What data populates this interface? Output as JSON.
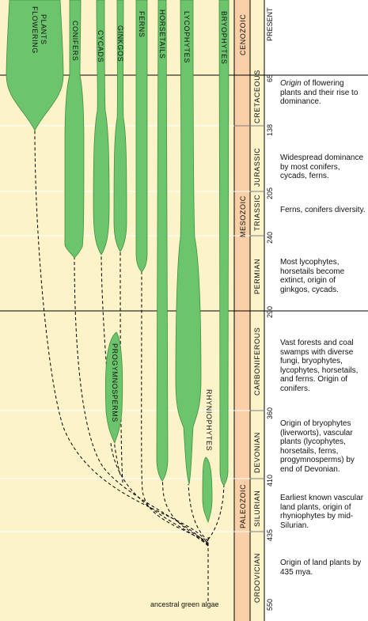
{
  "lineages": [
    {
      "key": "flowering",
      "label_line1": "FLOWERING",
      "label_line2": "PLANTS"
    },
    {
      "key": "conifers",
      "label": "CONIFERS"
    },
    {
      "key": "cycads",
      "label": "CYCADS"
    },
    {
      "key": "ginkgos",
      "label": "GINKGOS"
    },
    {
      "key": "ferns",
      "label": "FERNS"
    },
    {
      "key": "horsetails",
      "label": "HORSETAILS"
    },
    {
      "key": "lycophytes",
      "label": "LYCOPHYTES"
    },
    {
      "key": "bryophytes",
      "label": "BRYOPHYTES"
    },
    {
      "key": "progymnosperms",
      "label": "PROGYMNOSPERMS"
    },
    {
      "key": "rhyniophytes",
      "label": "RHYNIOPHYTES"
    }
  ],
  "eras": [
    "CENOZOIC",
    "MESOZOIC",
    "PALEOZOIC"
  ],
  "periods": [
    "CRETACEOUS",
    "JURASSIC",
    "TRIASSIC",
    "PERMIAN",
    "CARBONIFEROUS",
    "DEVONIAN",
    "SILURIAN",
    "ORDOVICIAN"
  ],
  "present_label": "PRESENT",
  "ages": [
    "65",
    "138",
    "205",
    "240",
    "290",
    "360",
    "410",
    "435",
    "550"
  ],
  "ancestor_label": "ancestral green algae",
  "notes": [
    {
      "em": "Origin",
      "text": " of flowering plants and their rise to dominance."
    },
    {
      "text": "Widespread dominance by most conifers, cycads, ferns."
    },
    {
      "text": "Ferns, conifers diversity."
    },
    {
      "text": "Most lycophytes, horsetails become extinct, origin of ginkgos, cycads."
    },
    {
      "text": "Vast forests and coal swamps with diverse fungi, bryophytes, lycophytes, horsetails, and ferns. Origin of conifers."
    },
    {
      "text": "Origin of bryophytes (liverworts), vascular plants (lycophytes, horsetails, ferns, progymnosperms) by end of Devonian."
    },
    {
      "text": "Earliest known vascular land plants, origin of rhyniophytes by mid-Silurian."
    },
    {
      "text": "Origin of land plants by 435 mya."
    }
  ],
  "colors": {
    "panel": "#fdf3c9",
    "era_column": "#f9cfa7",
    "branch_fill": "#6cc56c",
    "branch_stroke": "#3f8f3f",
    "line": "#000000"
  }
}
